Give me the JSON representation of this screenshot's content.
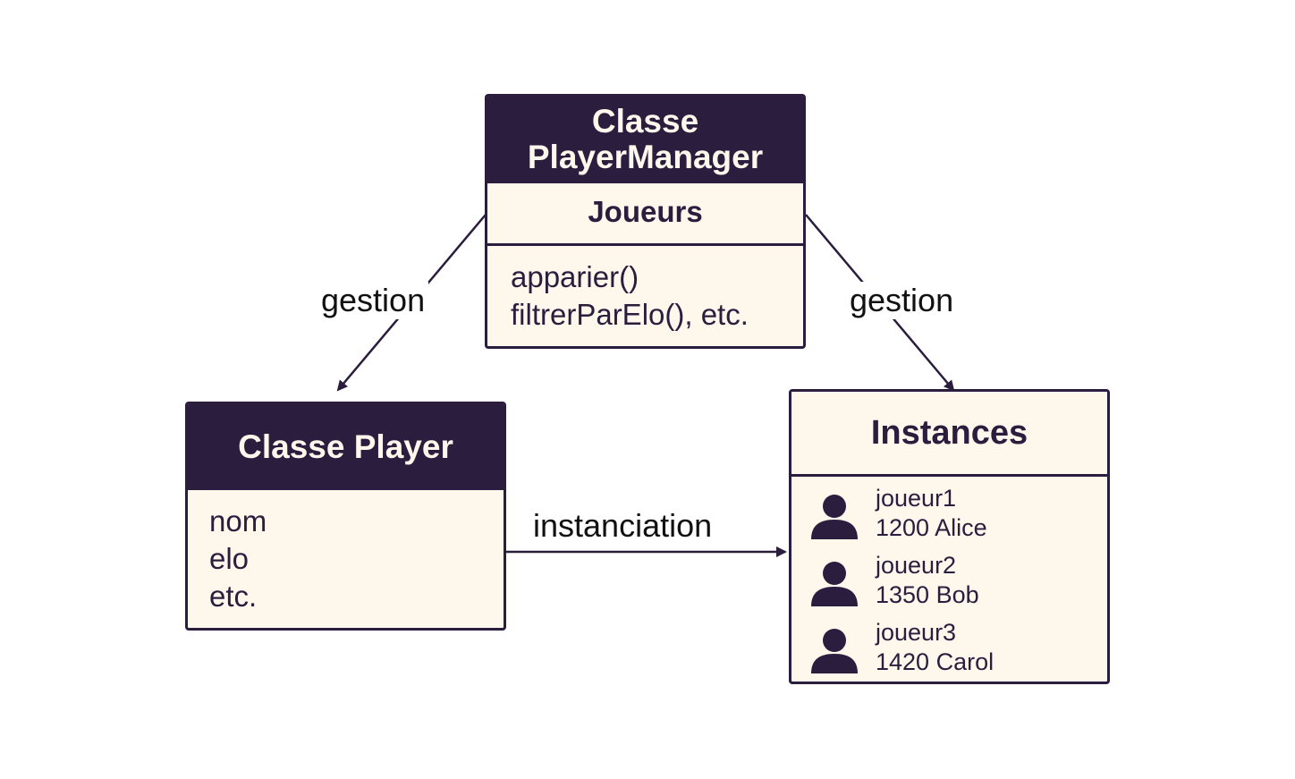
{
  "player_manager": {
    "title_line1": "Classe",
    "title_line2": "PlayerManager",
    "section": "Joueurs",
    "methods": [
      "apparier()",
      "filtrerParElo(), etc."
    ]
  },
  "player": {
    "title": "Classe Player",
    "attributes": [
      "nom",
      "elo",
      "etc."
    ]
  },
  "instances": {
    "title": "Instances",
    "items": [
      {
        "name": "joueur1",
        "detail": "1200 Alice"
      },
      {
        "name": "joueur2",
        "detail": "1350 Bob"
      },
      {
        "name": "joueur3",
        "detail": "1420 Carol"
      }
    ]
  },
  "edges": {
    "left_label": "gestion",
    "right_label": "gestion",
    "bottom_label": "instanciation"
  },
  "colors": {
    "dark": "#2a1d3e",
    "box_fill": "#fdf7ec"
  }
}
